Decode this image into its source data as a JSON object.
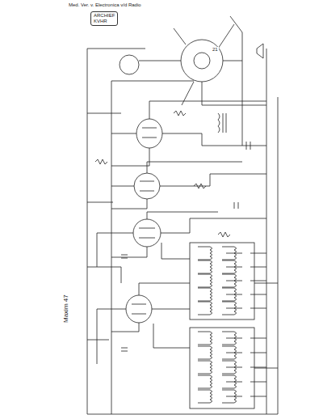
{
  "diagram": {
    "nodes": [
      {
        "text": [
          "ARCHIEF",
          "KVHR"
        ]
      }
    ],
    "labels": [
      "Med. Ver. v. Electronica v/d Radio",
      "21",
      "Maxim 47"
    ]
  }
}
